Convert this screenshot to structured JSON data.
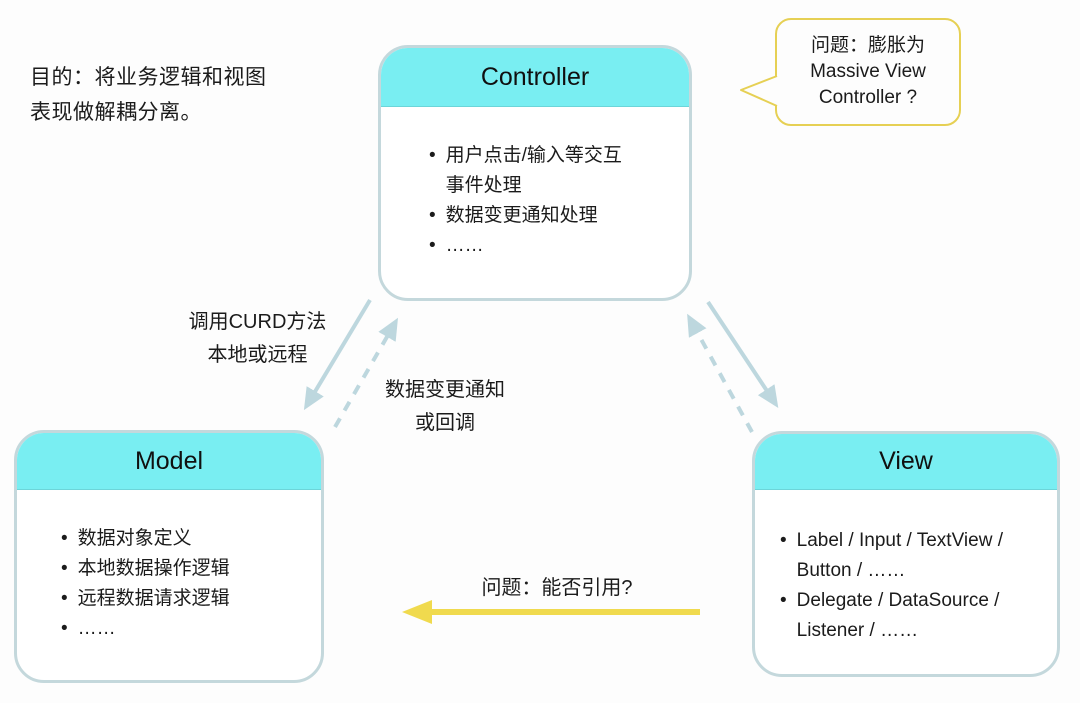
{
  "diagram": {
    "type": "mvc-architecture",
    "background": "#FDFDFD"
  },
  "colors": {
    "header_cyan": "#79EEF2",
    "box_border": "#C4D8DC",
    "arrow_blue": "#BDD7DE",
    "arrow_yellow": "#F0DA4E",
    "bubble_border": "#E6D054",
    "text": "#1B1B1B"
  },
  "bullet_char": "•",
  "purpose_note": {
    "text": "目的：将业务逻辑和视图\n表现做解耦分离。"
  },
  "speech_bubble": {
    "text": "问题：膨胀为\nMassive View\nController ?"
  },
  "boxes": {
    "controller": {
      "title": "Controller",
      "items": [
        "用户点击/输入等交互\n事件处理",
        "数据变更通知处理",
        "……"
      ]
    },
    "model": {
      "title": "Model",
      "items": [
        "数据对象定义",
        "本地数据操作逻辑",
        "远程数据请求逻辑",
        "……"
      ]
    },
    "view": {
      "title": "View",
      "items": [
        "Label / Input / TextView /\nButton / ……",
        "Delegate / DataSource /\nListener / ……"
      ]
    }
  },
  "arrow_labels": {
    "controller_to_model": {
      "text": "调用CURD方法\n本地或远程"
    },
    "model_to_controller": {
      "text": "数据变更通知\n或回调"
    },
    "view_to_model_question": {
      "text": "问题：能否引用?"
    }
  }
}
